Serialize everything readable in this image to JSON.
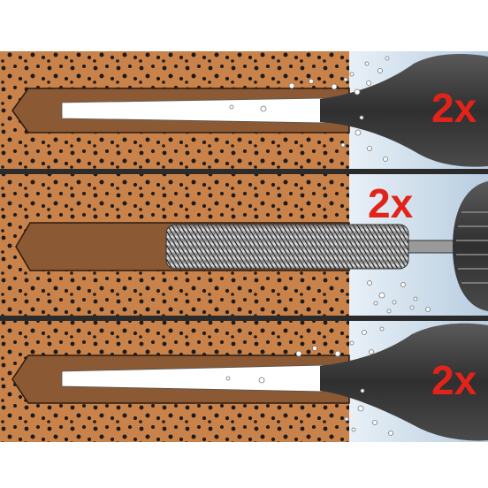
{
  "steps": [
    {
      "action": "blow-out",
      "repeat_label": "2x"
    },
    {
      "action": "brush-out",
      "repeat_label": "2x"
    },
    {
      "action": "blow-out",
      "repeat_label": "2x"
    }
  ],
  "icons": {
    "blow": "blow-pump-icon",
    "brush": "cleaning-brush-icon",
    "drill": "drill-chuck-icon"
  },
  "colors": {
    "masonry": "#c9834a",
    "hole": "#8b5a34",
    "free_air": "#cfe0ee",
    "tool": "#3c3c3c",
    "label": "#e2231a"
  }
}
